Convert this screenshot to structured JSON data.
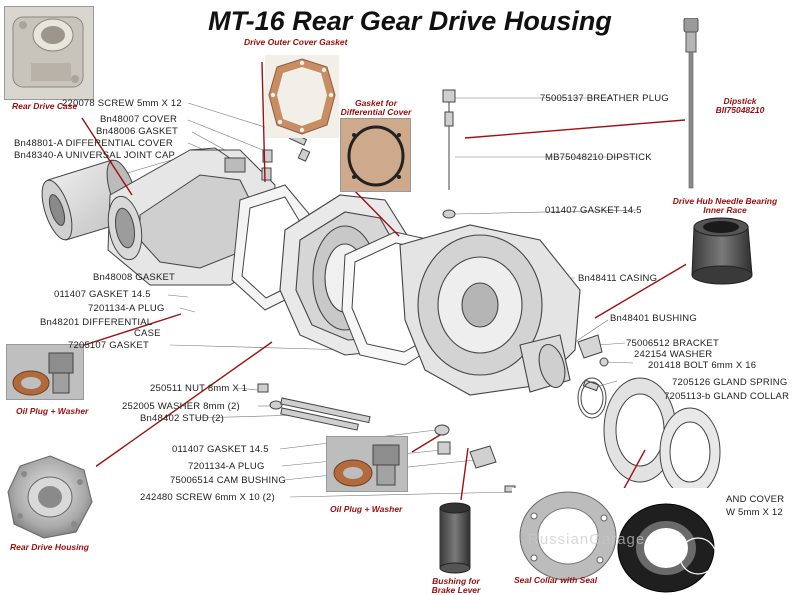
{
  "title": "MT-16 Rear Gear Drive Housing",
  "watermark": "RussianGarage",
  "part_labels": {
    "screw_5mm": "220078   SCREW 5mm X 12",
    "cover": "Bn48007   COVER",
    "gasket_a": "Bn48006   GASKET",
    "diff_cover": "Bn48801-A   DIFFERENTIAL COVER",
    "uj_cap": "Bn48340-A   UNIVERSAL JOINT CAP",
    "breather_plug": "75005137   BREATHER PLUG",
    "dipstick": "MB75048210   DIPSTICK",
    "gasket_14_5_top": "011407   GASKET 14.5",
    "casing": "Bn48411   CASING",
    "bushing": "Bn48401   BUSHING",
    "gasket_bn48008": "Bn48008   GASKET",
    "gasket_14_5_left": "011407   GASKET 14.5",
    "plug_left": "7201134-A   PLUG",
    "diff_case_1": "Bn48201   DIFFERENTIAL",
    "diff_case_2": "CASE",
    "gasket_7205107": "7205107   GASKET",
    "bracket": "75006512   BRACKET",
    "washer_242154": "242154   WASHER",
    "bolt_201418": "201418   BOLT   6mm X 16",
    "gland_spring": "7205126   GLAND SPRING",
    "gland_collar": "7205113-b   GLAND COLLAR",
    "nut_8mm": "250511   NUT  8mm X 1",
    "washer_8mm": "252005 WASHER 8mm (2)",
    "stud": "Bn48402   STUD (2)",
    "gasket_14_5_bottom": "011407   GASKET 14.5",
    "plug_bottom": "7201134-A   PLUG",
    "cam_bushing": "75006514   CAM BUSHING",
    "screw_6mm": "242480   SCREW 6mm X 10 (2)",
    "and_cover": "AND COVER",
    "w_5mm": "W  5mm X 12"
  },
  "photo_captions": {
    "rear_drive_case": "Rear Drive Case",
    "outer_cover_gasket": "Drive Outer Cover Gasket",
    "diff_cover_gasket_1": "Gasket for",
    "diff_cover_gasket_2": "Differential Cover",
    "dipstick_1": "Dipstick",
    "dipstick_2": "BII75048210",
    "needle_bearing_1": "Drive Hub Needle Bearing",
    "needle_bearing_2": "Inner Race",
    "oil_plug_left": "Oil Plug + Washer",
    "oil_plug_center": "Oil Plug + Washer",
    "rear_drive_housing": "Rear Drive Housing",
    "bushing_brake_1": "Bushing for",
    "bushing_brake_2": "Brake Lever",
    "seal_collar": "Seal Collar with Seal"
  },
  "colors": {
    "callout_line": "#a01010",
    "caption": "#9a0d0d",
    "diagram_line": "#555555"
  }
}
